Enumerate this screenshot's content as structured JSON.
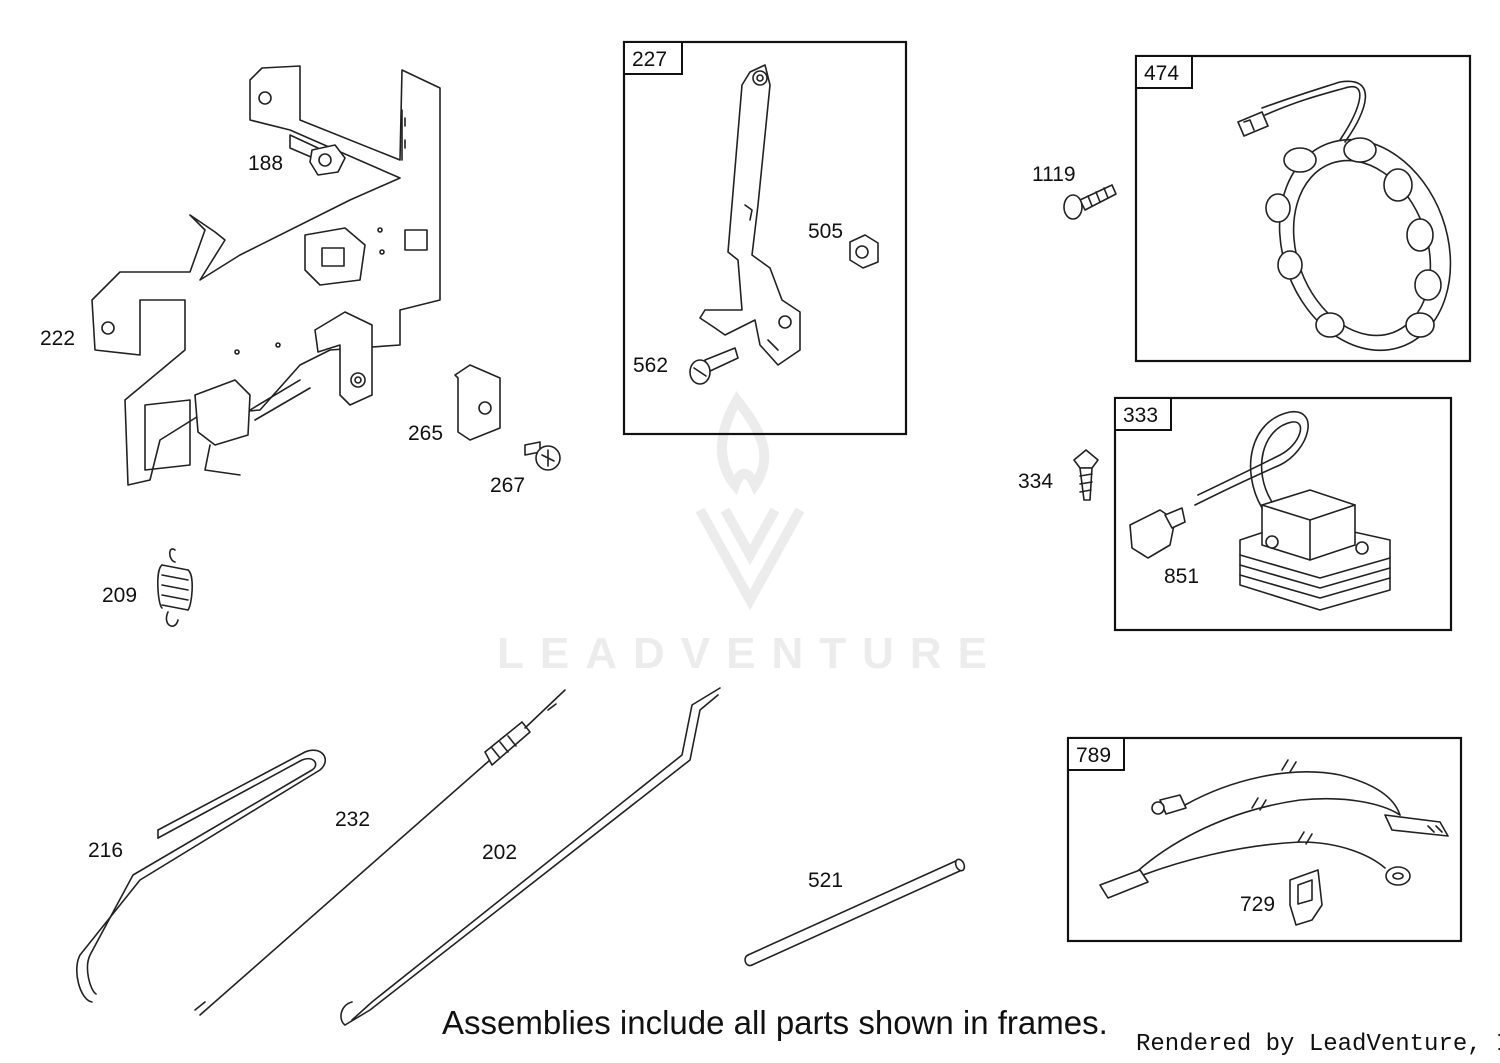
{
  "diagram": {
    "watermark": "LEADVENTURE",
    "footer_note": "Assemblies include all parts shown in frames.",
    "credit": "Rendered by LeadVenture, Inc.",
    "frames": [
      {
        "number": "227",
        "parts": [
          "505",
          "562"
        ]
      },
      {
        "number": "474",
        "parts": []
      },
      {
        "number": "333",
        "parts": [
          "851"
        ]
      },
      {
        "number": "789",
        "parts": [
          "729"
        ]
      }
    ],
    "parts": {
      "p188": "188",
      "p222": "222",
      "p265": "265",
      "p267": "267",
      "p209": "209",
      "p1119": "1119",
      "p334": "334",
      "p216": "216",
      "p232": "232",
      "p202": "202",
      "p521": "521",
      "p505": "505",
      "p562": "562",
      "p851": "851",
      "p729": "729"
    }
  }
}
